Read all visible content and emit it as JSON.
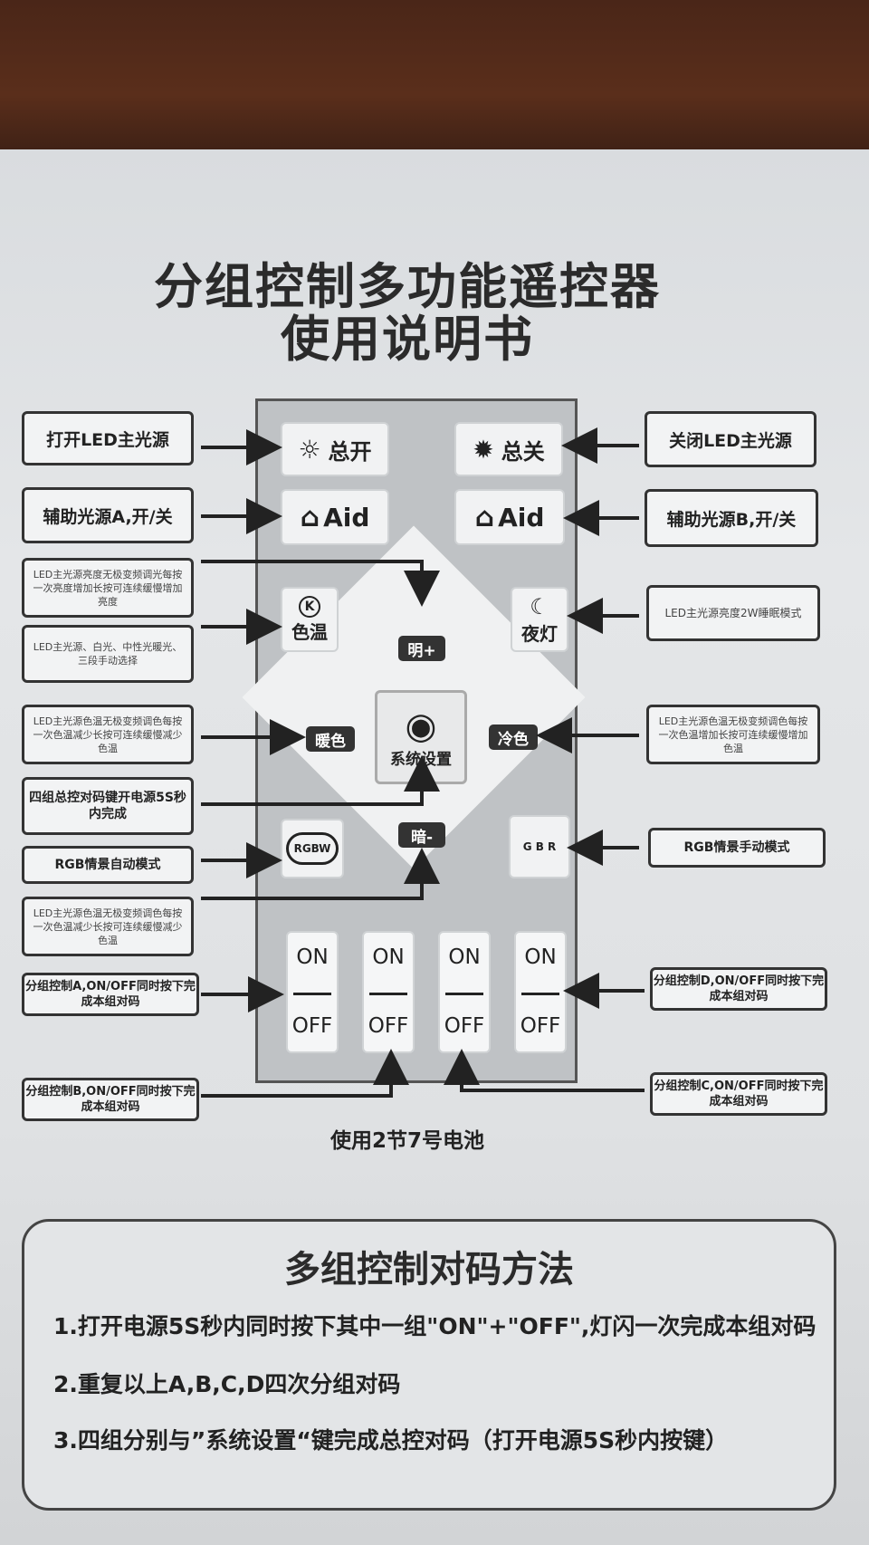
{
  "title": {
    "line1": "分组控制多功能遥控器",
    "line2": "使用说明书"
  },
  "left_labels": {
    "main_on": "打开LED主光源",
    "aux_a": "辅助光源A,开/关",
    "bright": "LED主光源亮度无极变频调光每按一次亮度增加长按可连续缓慢增加亮度",
    "colortemp": "LED主光源、白光、中性光暖光、三段手动选择",
    "warm": "LED主光源色温无极变频调色每按一次色温减少长按可连续缓慢减少色温",
    "pair_all": "四组总控对码键开电源5S秒内完成",
    "rgb_auto": "RGB情景自动模式",
    "dim": "LED主光源色温无极变频调色每按一次色温减少长按可连续缓慢减少色温",
    "group_a": "分组控制A,ON/OFF同时按下完成本组对码",
    "group_b": "分组控制B,ON/OFF同时按下完成本组对码"
  },
  "right_labels": {
    "main_off": "关闭LED主光源",
    "aux_b": "辅助光源B,开/关",
    "night": "LED主光源亮度2W睡眠模式",
    "cool": "LED主光源色温无极变频调色每按一次色温增加长按可连续缓慢增加色温",
    "rgb_manual": "RGB情景手动模式",
    "group_d": "分组控制D,ON/OFF同时按下完成本组对码",
    "group_c": "分组控制C,ON/OFF同时按下完成本组对码"
  },
  "remote": {
    "all_on": "总开",
    "all_off": "总关",
    "aid_a": "Aid",
    "aid_b": "Aid",
    "colortemp": "色温",
    "colortemp_badge": "K",
    "night": "夜灯",
    "bright_plus": "明+",
    "warm": "暖色",
    "cool": "冷色",
    "dim_minus": "暗-",
    "system": "系统设置",
    "rgb_badge": "RGBW",
    "rgb_cycle": "G B R",
    "on": "ON",
    "off": "OFF"
  },
  "battery": "使用2节7号电池",
  "method": {
    "heading": "多组控制对码方法",
    "step1": "1.打开电源5S秒内同时按下其中一组\"ON\"+\"OFF\",灯闪一次完成本组对码",
    "step2": "2.重复以上A,B,C,D四次分组对码",
    "step3": "3.四组分别与”系统设置“键完成总控对码（打开电源5S秒内按键）"
  }
}
